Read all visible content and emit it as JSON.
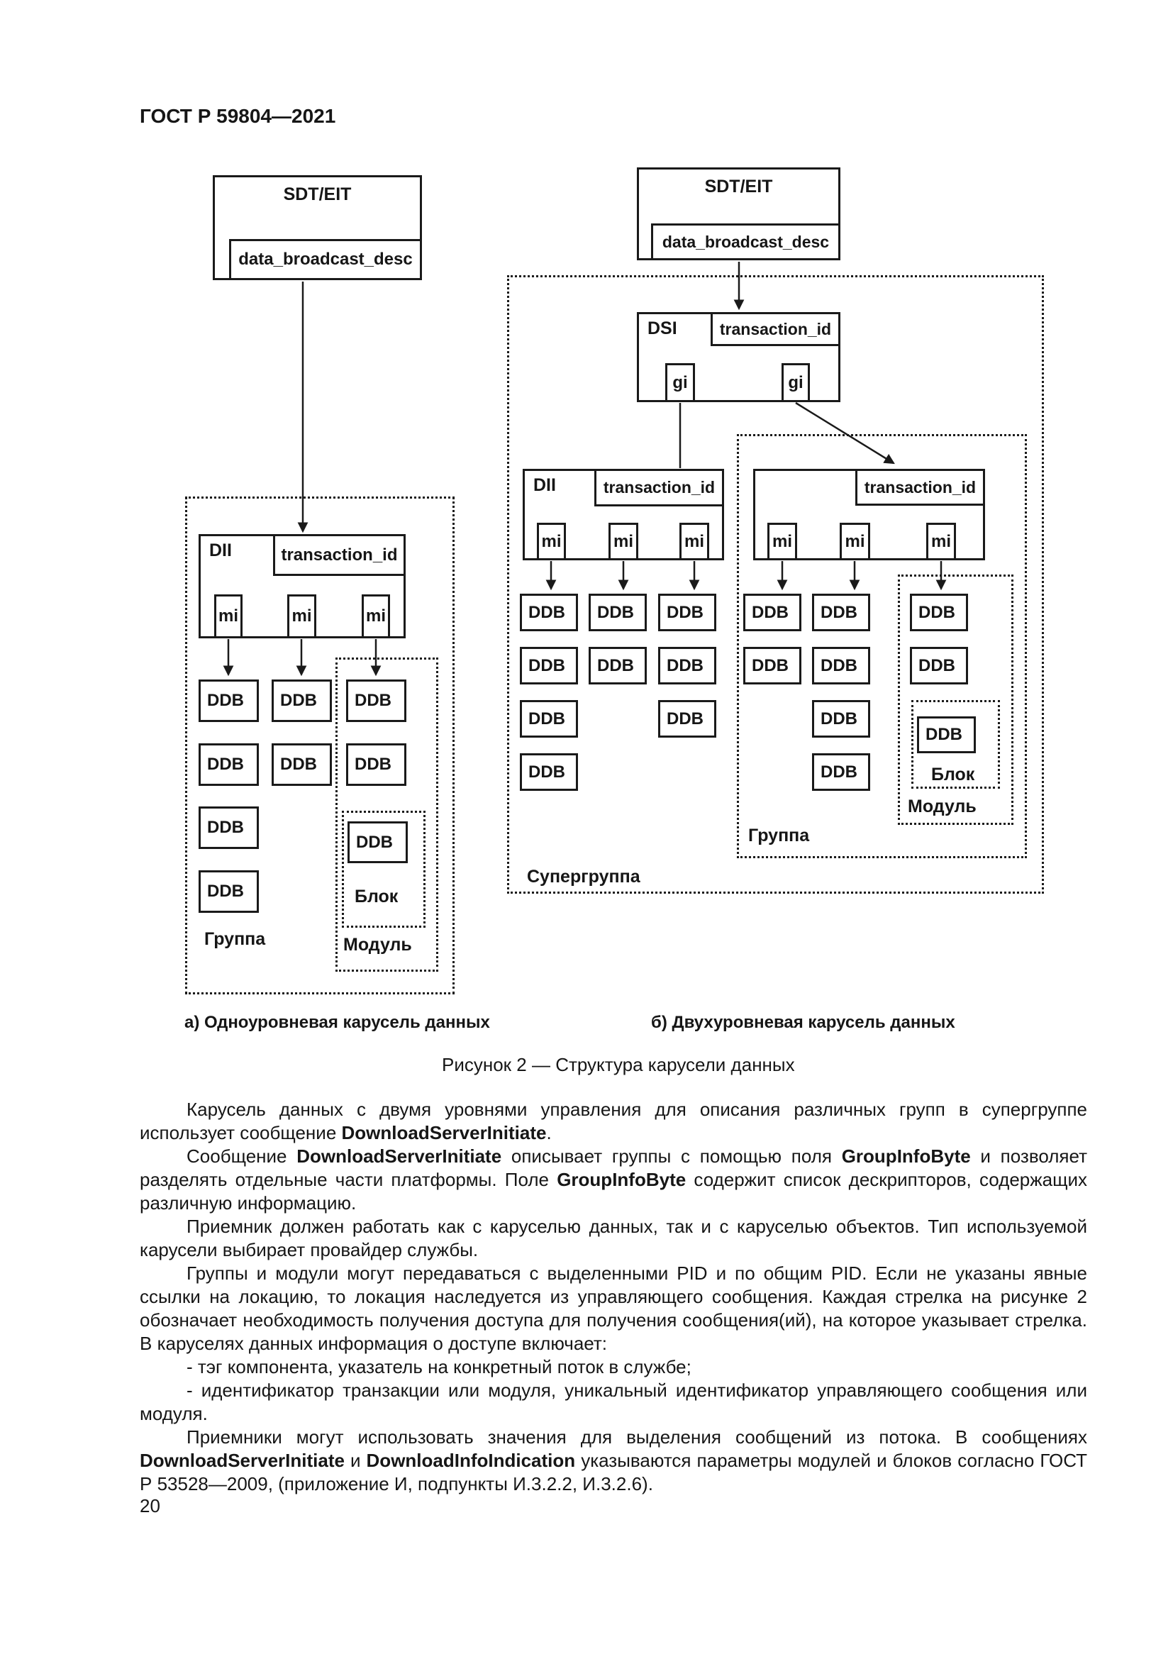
{
  "page": {
    "header": "ГОСТ Р 59804—2021",
    "page_number": "20"
  },
  "figure": {
    "caption_a": "а) Одноуровневая карусель данных",
    "caption_b": "б) Двухуровневая карусель данных",
    "caption": "Рисунок 2 — Структура карусели данных",
    "labels": {
      "sdt": "SDT/EIT",
      "data_broadcast_desc": "data_broadcast_desc",
      "dsi": "DSI",
      "dii": "DII",
      "transaction_id": "transaction_id",
      "gi": "gi",
      "mi": "mi",
      "ddb": "DDB",
      "group": "Группа",
      "module": "Модуль",
      "block": "Блок",
      "supergroup": "Супергруппа"
    }
  },
  "body": {
    "paragraphs": [
      {
        "segments": [
          {
            "t": "Карусель данных с двумя уровнями управления для описания различных групп в супергруппе использует сообщение "
          },
          {
            "t": "DownloadServerInitiate",
            "b": true
          },
          {
            "t": "."
          }
        ]
      },
      {
        "segments": [
          {
            "t": "Сообщение "
          },
          {
            "t": "DownloadServerInitiate",
            "b": true
          },
          {
            "t": " описывает группы с помощью поля "
          },
          {
            "t": "GroupInfoByte",
            "b": true
          },
          {
            "t": " и позволяет разделять отдельные части платформы. Поле "
          },
          {
            "t": "GroupInfoByte",
            "b": true
          },
          {
            "t": " содержит список дескрипторов, содержащих различную информацию."
          }
        ]
      },
      {
        "segments": [
          {
            "t": "Приемник должен работать как с каруселью данных, так и с каруселью объектов. Тип используемой карусели выбирает провайдер службы."
          }
        ]
      },
      {
        "segments": [
          {
            "t": "Группы и модули могут передаваться с выделенными PID и по общим PID. Если не указаны явные ссылки на локацию, то локация наследуется из управляющего сообщения. Каждая стрелка на рисунке 2 обозначает необходимость получения доступа для получения сообщения(ий), на которое указывает стрелка. В каруселях данных информация о доступе включает:"
          }
        ]
      },
      {
        "segments": [
          {
            "t": "- тэг компонента, указатель на конкретный поток в службе;"
          }
        ]
      },
      {
        "segments": [
          {
            "t": "- идентификатор транзакции или модуля, уникальный идентификатор управляющего сообщения или модуля."
          }
        ]
      },
      {
        "segments": [
          {
            "t": "Приемники могут использовать значения для выделения сообщений из потока. В сообщениях "
          },
          {
            "t": "DownloadServerInitiate",
            "b": true
          },
          {
            "t": " и "
          },
          {
            "t": "DownloadInfoIndication",
            "b": true
          },
          {
            "t": " указываются параметры модулей и блоков согласно ГОСТ Р 53528—2009, (приложение И, подпункты И.3.2.2, И.3.2.6)."
          }
        ]
      }
    ]
  }
}
